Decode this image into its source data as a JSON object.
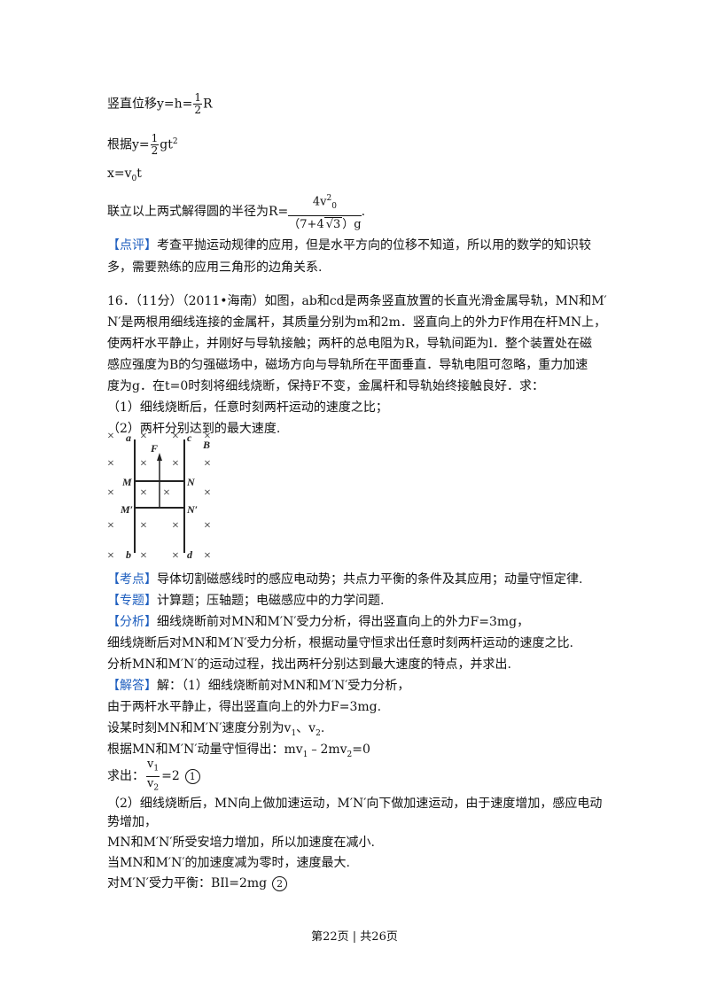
{
  "top": {
    "l1_prefix": "竖直位移y=h=",
    "l1_num": "1",
    "l1_den": "2",
    "l1_suffix": "R",
    "l2_prefix": "根据y=",
    "l2_num": "1",
    "l2_den": "2",
    "l2_suffix": "gt",
    "l2_sup": "2",
    "l3_a": "x=v",
    "l3_sub": "0",
    "l3_b": "t",
    "l4_prefix": "联立以上两式解得圆的半径为R=",
    "l4_num": "4v",
    "l4_num_sup": "2",
    "l4_num_sub": "0",
    "l4_den_a": "（7+4",
    "l4_den_sqrt": "3",
    "l4_den_b": "）g",
    "l4_suffix": ".",
    "pingshu_tag": "【点评】",
    "pingshu_1": "考查平抛运动规律的应用，但是水平方向的位移不知道，所以用的数学的知识较",
    "pingshu_2": "多，需要熟练的应用三角形的边角关系."
  },
  "problem": {
    "p1": "16．（11分）（2011•海南）如图，ab和cd是两条竖直放置的长直光滑金属导轨，MN和M′",
    "p2": "N′是两根用细线连接的金属杆，其质量分别为m和2m．竖直向上的外力F作用在杆MN上，",
    "p3": "使两杆水平静止，并刚好与导轨接触；两杆的总电阻为R，导轨间距为l．整个装置处在磁",
    "p4": "感应强度为B的匀强磁场中，磁场方向与导轨所在平面垂直．导轨电阻可忽略，重力加速",
    "p5": "度为g．在t=0时刻将细线烧断，保持F不变，金属杆和导轨始终接触良好．求：",
    "q1": "（1）细线烧断后，任意时刻两杆运动的速度之比；",
    "q2": "（2）两杆分别达到的最大速度."
  },
  "figure": {
    "label_a": "a",
    "label_b": "b",
    "label_c": "c",
    "label_d": "d",
    "label_F": "F",
    "label_B": "B",
    "label_M": "M",
    "label_N": "N",
    "label_Mp": "M′",
    "label_Np": "N′",
    "cross": "×"
  },
  "analysis": {
    "kaodian_tag": "【考点】",
    "kaodian": "导体切割磁感线时的感应电动势；共点力平衡的条件及其应用；动量守恒定律.",
    "zhuanti_tag": "【专题】",
    "zhuanti": "计算题；压轴题；电磁感应中的力学问题.",
    "fenxi_tag": "【分析】",
    "fenxi_1": "细线烧断前对MN和M′N′受力分析，得出竖直向上的外力F=3mg，",
    "fenxi_2": "细线烧断后对MN和M′N′受力分析，根据动量守恒求出任意时刻两杆运动的速度之比.",
    "fenxi_3": "分析MN和M′N′的运动过程，找出两杆分别达到最大速度的特点，并求出.",
    "jieda_tag": "【解答】",
    "jieda_1": "解：（1）细线烧断前对MN和M′N′受力分析，",
    "jieda_2": "由于两杆水平静止，得出竖直向上的外力F=3mg.",
    "jieda_3a": "设某时刻MN和M′N′速度分别为v",
    "jieda_3s1": "1",
    "jieda_3b": "、v",
    "jieda_3s2": "2",
    "jieda_3c": ".",
    "jieda_4a": "根据MN和M′N′动量守恒得出：mv",
    "jieda_4s1": "1",
    "jieda_4b": "﹣2mv",
    "jieda_4s2": "2",
    "jieda_4c": "=0",
    "qiu_prefix": "求出：",
    "qiu_num": "v",
    "qiu_num_sub": "1",
    "qiu_den": "v",
    "qiu_den_sub": "2",
    "qiu_suffix": "=2",
    "circle_1": "1",
    "part2_1": "（2）细线烧断后，MN向上做加速运动，M′N′向下做加速运动，由于速度增加，感应电动",
    "part2_2": "势增加，",
    "part2_3": "MN和M′N′所受安培力增加，所以加速度在减小.",
    "part2_4": "当MN和M′N′的加速度减为零时，速度最大.",
    "part2_5": "对M′N′受力平衡：BIl=2mg",
    "circle_2": "2"
  },
  "footer": {
    "text": "第22页 | 共26页"
  }
}
